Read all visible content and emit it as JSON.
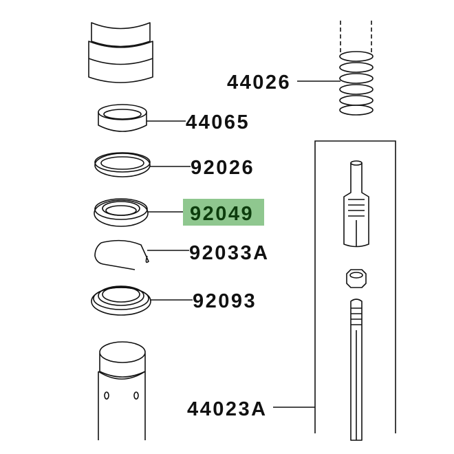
{
  "diagram": {
    "labels": {
      "spring": "44026",
      "bushing": "44065",
      "washer": "92026",
      "oil_seal": "92049",
      "circlip": "92033A",
      "dust_seal": "92093",
      "cylinder_unit": "44023A"
    },
    "highlighted_part": "92049",
    "highlight_color": "#8fc78f"
  }
}
